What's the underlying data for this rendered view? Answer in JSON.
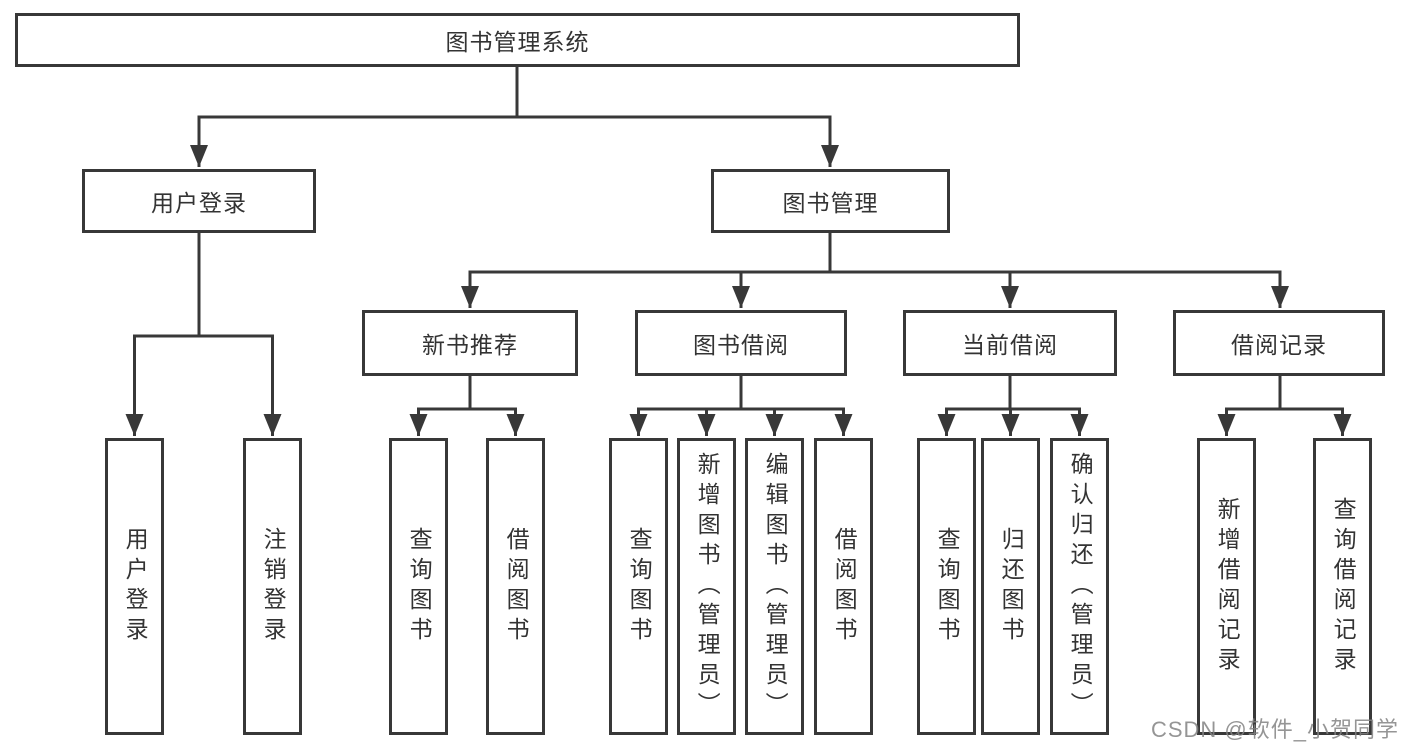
{
  "diagram": {
    "title_node": {
      "label": "图书管理系统"
    },
    "level2": [
      {
        "id": "user-login",
        "label": "用户登录"
      },
      {
        "id": "book-management",
        "label": "图书管理"
      }
    ],
    "level3": [
      {
        "id": "new-book-recommend",
        "label": "新书推荐"
      },
      {
        "id": "book-borrowing",
        "label": "图书借阅"
      },
      {
        "id": "current-borrowing",
        "label": "当前借阅"
      },
      {
        "id": "borrow-records",
        "label": "借阅记录"
      }
    ],
    "leaves": [
      {
        "id": "user-login-leaf",
        "parent": "user-login",
        "label": "用户登录"
      },
      {
        "id": "logout",
        "parent": "user-login",
        "label": "注销登录"
      },
      {
        "id": "query-books-1",
        "parent": "new-book-recommend",
        "label": "查询图书"
      },
      {
        "id": "borrow-books-1",
        "parent": "new-book-recommend",
        "label": "借阅图书"
      },
      {
        "id": "query-books-2",
        "parent": "book-borrowing",
        "label": "查询图书"
      },
      {
        "id": "add-books-admin",
        "parent": "book-borrowing",
        "label": "新增图书（管理员）"
      },
      {
        "id": "edit-books-admin",
        "parent": "book-borrowing",
        "label": "编辑图书（管理员）"
      },
      {
        "id": "borrow-books-2",
        "parent": "book-borrowing",
        "label": "借阅图书"
      },
      {
        "id": "query-books-3",
        "parent": "current-borrowing",
        "label": "查询图书"
      },
      {
        "id": "return-books",
        "parent": "current-borrowing",
        "label": "归还图书"
      },
      {
        "id": "confirm-return-admin",
        "parent": "current-borrowing",
        "label": "确认归还（管理员）"
      },
      {
        "id": "add-borrow-record",
        "parent": "borrow-records",
        "label": "新增借阅记录"
      },
      {
        "id": "query-borrow-record",
        "parent": "borrow-records",
        "label": "查询借阅记录"
      }
    ]
  },
  "watermark": {
    "text": "CSDN @软件_小贺同学"
  },
  "colors": {
    "line": "#383838",
    "box_border": "#383838",
    "text": "#333333",
    "watermark": "#828282",
    "background": "#ffffff"
  }
}
